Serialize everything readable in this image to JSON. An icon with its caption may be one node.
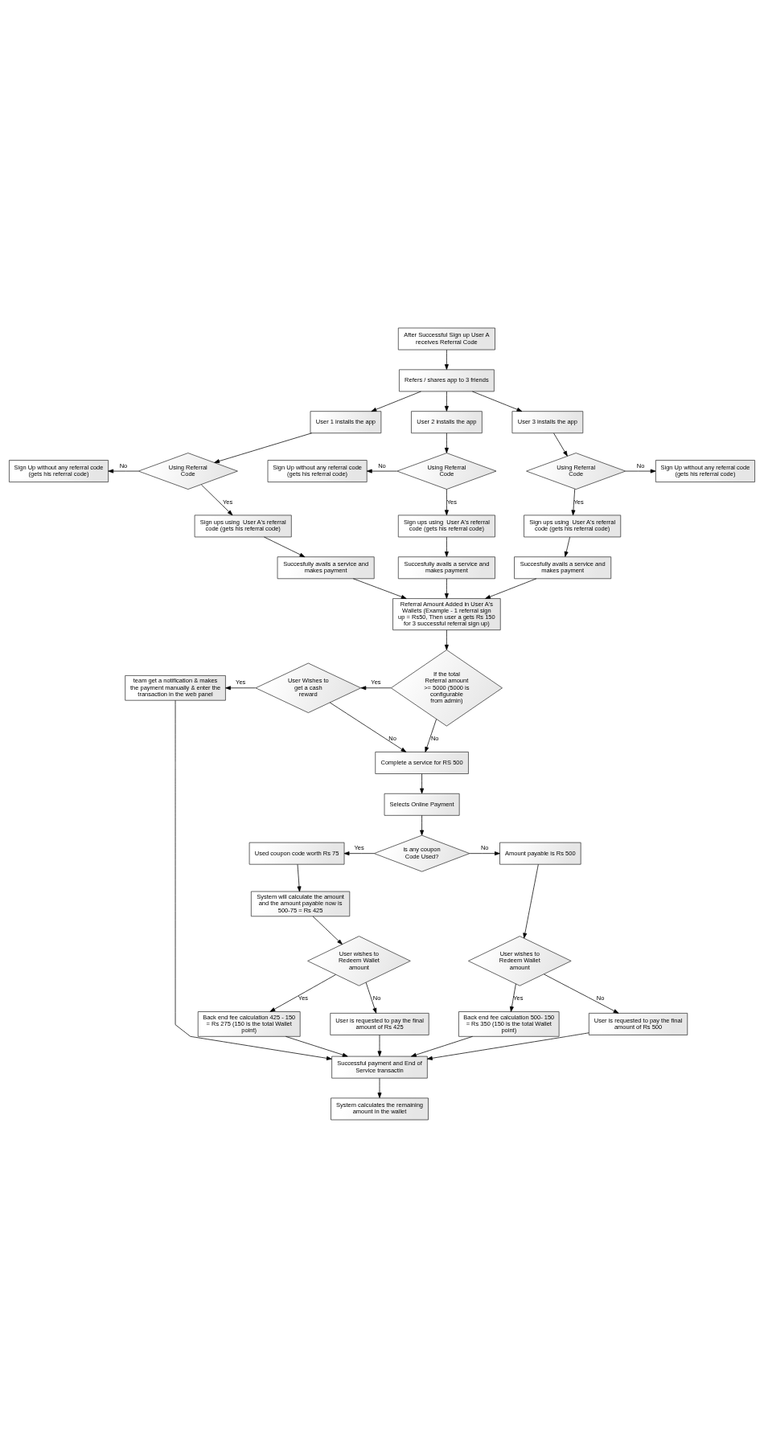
{
  "diagram": {
    "nodes": [
      {
        "text": [
          "After Successful Sign up User A receives Referral Code"
        ]
      },
      {
        "text": [
          "Refers / shares app to 3 friends"
        ]
      },
      {
        "text": [
          "User 1 installs the app"
        ]
      },
      {
        "text": [
          "User 2 installs the app"
        ]
      },
      {
        "text": [
          "User 3 installs the app"
        ]
      },
      {
        "text": [
          "Using Referral Code"
        ]
      },
      {
        "text": [
          "Sign Up without any referral code (gets his referral code)"
        ]
      },
      {
        "text": [
          "Sign ups using  User A's referral  code (gets his referral code)"
        ]
      },
      {
        "text": [
          "Succesfully avails a service and makes payment"
        ]
      },
      {
        "text": [
          "Using Referral Code"
        ]
      },
      {
        "text": [
          "Sign Up without any referral code (gets his referral code)"
        ]
      },
      {
        "text": [
          "Sign ups using  User A's referral  code (gets his referral code)"
        ]
      },
      {
        "text": [
          "Succesfully avails a service and makes payment"
        ]
      },
      {
        "text": [
          "Using Referral Code"
        ]
      },
      {
        "text": [
          "Sign Up without any referral code (gets his referral code)"
        ]
      },
      {
        "text": [
          "Sign ups using  User A's referral  code (gets his referral code)"
        ]
      },
      {
        "text": [
          "Succesfully avails a service and makes payment"
        ]
      },
      {
        "text": [
          "Referral Amount Added in User A's Wallets (Example - 1 referral sign up = Rs50, Then user a gets Rs 150 for 3 successful referral sign up)"
        ]
      },
      {
        "text": [
          "If the total Referral amount >= 5000 (5000 is configurable from admin)"
        ]
      },
      {
        "text": [
          "User Wishes to get a cash reward"
        ]
      },
      {
        "text": [
          "team get a notification & makes the payment manually & enter the transaction in the web panel"
        ]
      },
      {
        "text": [
          "Complete a service for RS 500"
        ]
      },
      {
        "text": [
          "Selects Online Payment"
        ]
      },
      {
        "text": [
          "is any coupon Code Used?"
        ]
      },
      {
        "text": [
          "Used coupon code worth Rs 75"
        ]
      },
      {
        "text": [
          "Amount payable is Rs 500"
        ]
      },
      {
        "text": [
          "System will calculate the amount  and the amount payable now is 500-75 = Rs 425"
        ]
      },
      {
        "text": [
          "User wishes to Redeem Wallet amount"
        ]
      },
      {
        "text": [
          "User wishes to Redeem Wallet amount"
        ]
      },
      {
        "text": [
          "Back end fee calculation 425 - 150 = Rs 275 (150 is the total Wallet point)"
        ]
      },
      {
        "text": [
          "User is requested to pay the final amount of Rs 425"
        ]
      },
      {
        "text": [
          "Back end fee calculation 500- 150 = Rs 350 (150 is the total Wallet point)"
        ]
      },
      {
        "text": [
          "User is requested to pay the final amount of Rs 500"
        ]
      },
      {
        "text": [
          "Successful payment and End of Service transactin"
        ]
      },
      {
        "text": [
          "System calculates the remaining amount in the wallet"
        ]
      }
    ],
    "edges": [
      {
        "from": 0,
        "to": 1,
        "arrow": "to"
      },
      {
        "from": 1,
        "to": 2,
        "arrow": "to"
      },
      {
        "from": 1,
        "to": 3,
        "arrow": "to"
      },
      {
        "from": 1,
        "to": 4,
        "arrow": "to"
      },
      {
        "from": 2,
        "to": 5,
        "arrow": "to"
      },
      {
        "from": 5,
        "to": 6,
        "arrow": "to",
        "label": "No"
      },
      {
        "from": 5,
        "to": 7,
        "arrow": "to",
        "label": "Yes"
      },
      {
        "from": 7,
        "to": 8,
        "arrow": "to"
      },
      {
        "from": 8,
        "to": 17,
        "arrow": "to"
      },
      {
        "from": 3,
        "to": 9,
        "arrow": "to"
      },
      {
        "from": 9,
        "to": 10,
        "arrow": "to",
        "label": "No"
      },
      {
        "from": 9,
        "to": 11,
        "arrow": "to",
        "label": "Yes"
      },
      {
        "from": 11,
        "to": 12,
        "arrow": "to"
      },
      {
        "from": 12,
        "to": 17,
        "arrow": "to"
      },
      {
        "from": 4,
        "to": 13,
        "arrow": "to"
      },
      {
        "from": 13,
        "to": 14,
        "arrow": "to",
        "label": "No"
      },
      {
        "from": 13,
        "to": 15,
        "arrow": "to",
        "label": "Yes"
      },
      {
        "from": 15,
        "to": 16,
        "arrow": "to"
      },
      {
        "from": 16,
        "to": 17,
        "arrow": "to"
      },
      {
        "from": 17,
        "to": 18,
        "arrow": "to"
      },
      {
        "from": 18,
        "to": 19,
        "arrow": "to",
        "label": "Yes"
      },
      {
        "from": 18,
        "to": 21,
        "arrow": "to",
        "label": "No"
      },
      {
        "from": 19,
        "to": 20,
        "arrow": "to",
        "label": "Yes"
      },
      {
        "from": 19,
        "to": 21,
        "arrow": "to",
        "label": "No"
      },
      {
        "from": 20,
        "to": 33,
        "arrow": "to"
      },
      {
        "from": 21,
        "to": 22,
        "arrow": "to"
      },
      {
        "from": 22,
        "to": 23,
        "arrow": "to"
      },
      {
        "from": 23,
        "to": 24,
        "arrow": "to",
        "label": "Yes"
      },
      {
        "from": 23,
        "to": 25,
        "arrow": "to",
        "label": "No"
      },
      {
        "from": 24,
        "to": 26,
        "arrow": "to"
      },
      {
        "from": 26,
        "to": 27,
        "arrow": "to"
      },
      {
        "from": 27,
        "to": 29,
        "arrow": "to",
        "label": "Yes"
      },
      {
        "from": 27,
        "to": 30,
        "arrow": "to",
        "label": "No"
      },
      {
        "from": 25,
        "to": 28,
        "arrow": "to"
      },
      {
        "from": 28,
        "to": 31,
        "arrow": "to",
        "label": "Yes"
      },
      {
        "from": 28,
        "to": 32,
        "arrow": "to",
        "label": "No"
      },
      {
        "from": 29,
        "to": 33,
        "arrow": "to"
      },
      {
        "from": 30,
        "to": 33,
        "arrow": "to"
      },
      {
        "from": 31,
        "to": 33,
        "arrow": "to"
      },
      {
        "from": 32,
        "to": 33,
        "arrow": "to"
      },
      {
        "from": 33,
        "to": 34,
        "arrow": "to"
      }
    ]
  }
}
